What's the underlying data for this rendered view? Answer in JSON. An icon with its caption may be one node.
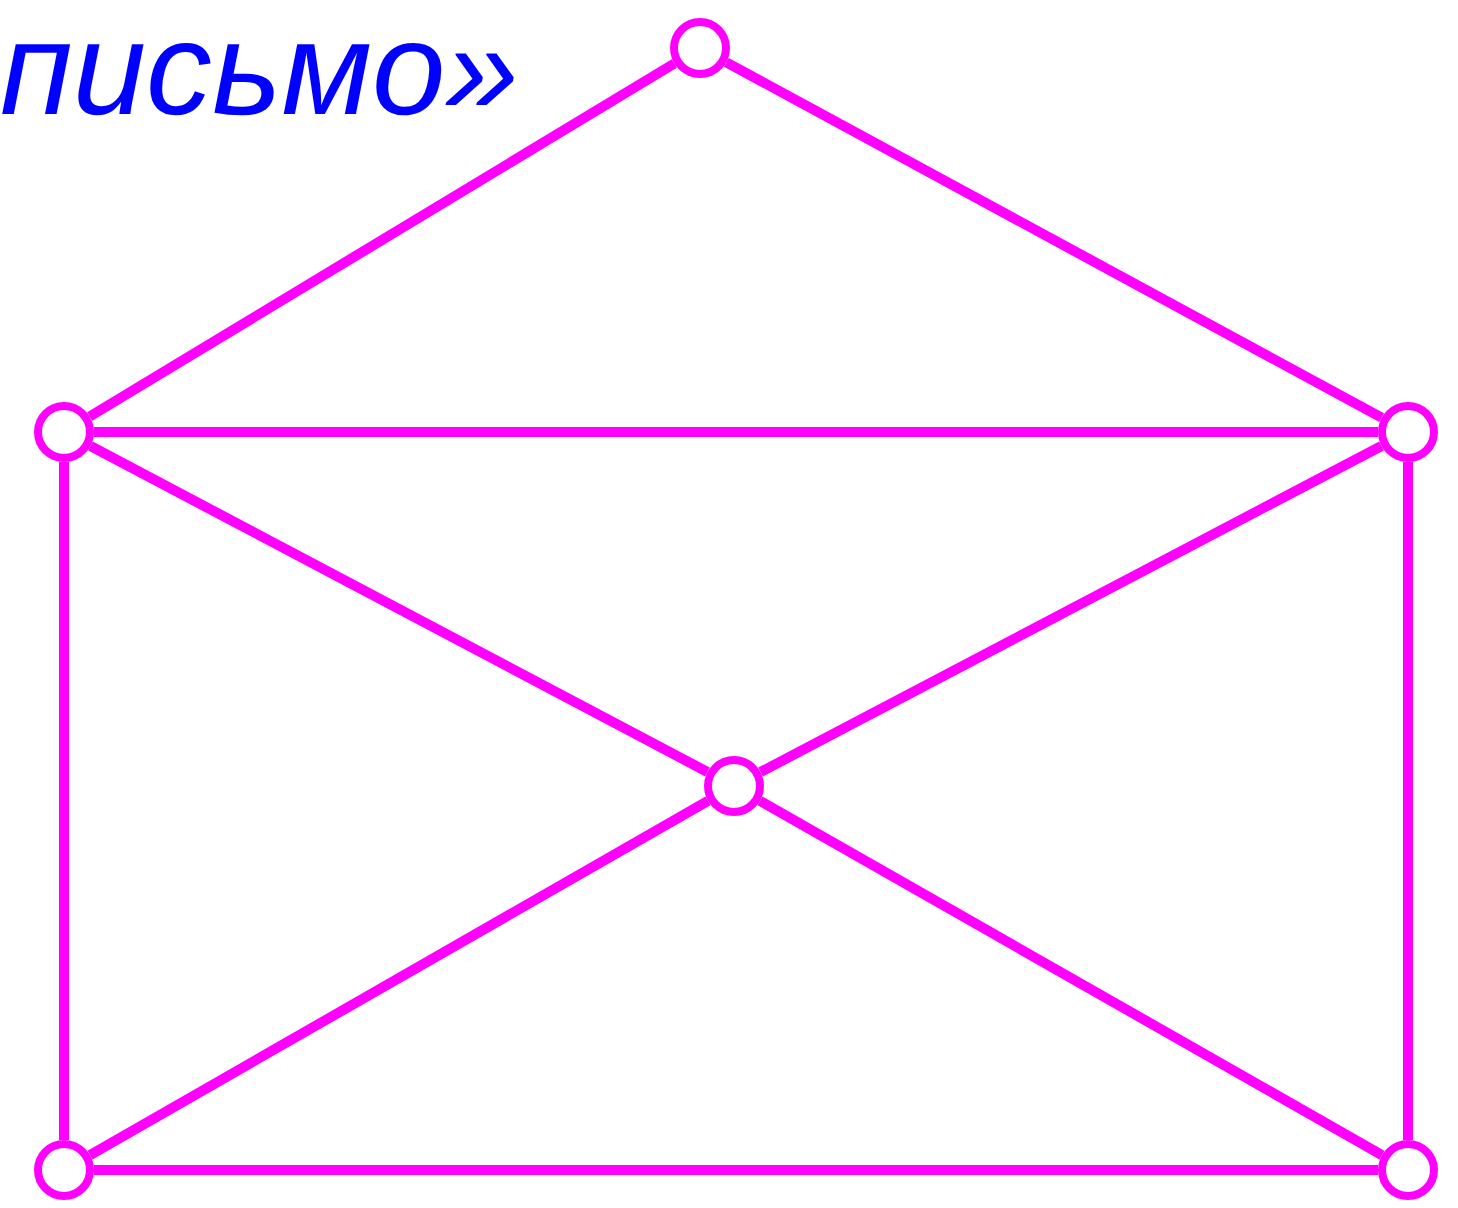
{
  "diagram": {
    "title": "письмо»",
    "nodes": [
      {
        "text": [],
        "shape": "circle"
      },
      {
        "text": [],
        "shape": "circle"
      },
      {
        "text": [],
        "shape": "circle"
      },
      {
        "text": [],
        "shape": "circle"
      },
      {
        "text": [],
        "shape": "circle"
      },
      {
        "text": [],
        "shape": "circle"
      }
    ],
    "edges": [
      {
        "from": 0,
        "to": 1,
        "arrow": "none"
      },
      {
        "from": 0,
        "to": 2,
        "arrow": "none"
      },
      {
        "from": 1,
        "to": 2,
        "arrow": "none"
      },
      {
        "from": 1,
        "to": 3,
        "arrow": "none"
      },
      {
        "from": 2,
        "to": 3,
        "arrow": "none"
      },
      {
        "from": 1,
        "to": 4,
        "arrow": "none"
      },
      {
        "from": 2,
        "to": 5,
        "arrow": "none"
      },
      {
        "from": 3,
        "to": 4,
        "arrow": "none"
      },
      {
        "from": 3,
        "to": 5,
        "arrow": "none"
      },
      {
        "from": 4,
        "to": 5,
        "arrow": "none"
      }
    ]
  }
}
